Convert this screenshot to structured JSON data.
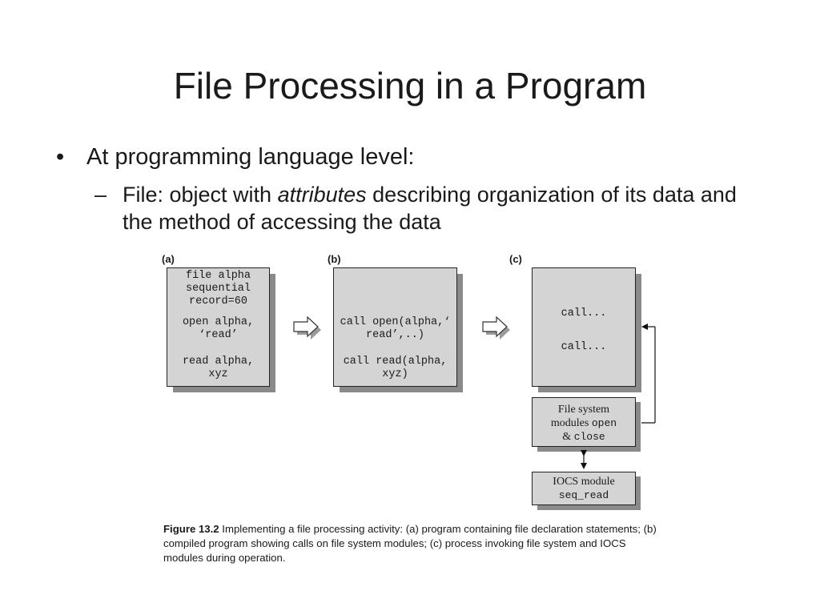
{
  "slide": {
    "title": "File Processing in a Program",
    "bullet": "At programming language level:",
    "bullet_marker": "•",
    "sub_marker": "–",
    "sub_prefix": "File: object with ",
    "sub_emphasis": "attributes",
    "sub_suffix": " describing organization of its data and the method of accessing the data"
  },
  "figure": {
    "panel_a": {
      "label": "(a)",
      "lines": [
        "file alpha",
        "sequential",
        "record=60",
        "open alpha,",
        "‘read’",
        "read alpha,",
        "xyz"
      ]
    },
    "panel_b": {
      "label": "(b)",
      "lines": [
        "call open(alpha,‘",
        "read’,..)",
        "call read(alpha,",
        "xyz)"
      ]
    },
    "panel_c": {
      "label": "(c)",
      "lines": [
        "call...",
        "call..."
      ],
      "fs_module": {
        "line1": "File system",
        "line2_text": "modules ",
        "line2_code": "open",
        "line3_text": "& ",
        "line3_code": "close"
      },
      "iocs_module": {
        "line1": "IOCS module",
        "line2_code": "seq_read"
      }
    },
    "caption": {
      "label": "Figure 13.2",
      "text": "  Implementing a file processing activity: (a) program containing file declaration statements; (b) compiled program showing calls on file system modules; (c) process invoking file system and IOCS modules during operation."
    }
  }
}
